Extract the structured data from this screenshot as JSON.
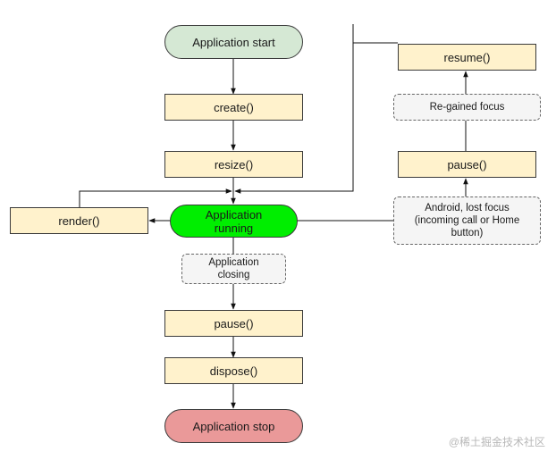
{
  "nodes": {
    "start": {
      "label": "Application start",
      "color": "#d5e8d4"
    },
    "create": {
      "label": "create()"
    },
    "resize": {
      "label": "resize()"
    },
    "render": {
      "label": "render()"
    },
    "running": {
      "label": "Application\nrunning",
      "color": "#00ee00"
    },
    "closing": {
      "label": "Application\nclosing"
    },
    "pause_main": {
      "label": "pause()"
    },
    "dispose": {
      "label": "dispose()"
    },
    "stop": {
      "label": "Application stop",
      "color": "#ea9999"
    },
    "resume": {
      "label": "resume()"
    },
    "regained": {
      "label": "Re-gained focus"
    },
    "pause_side": {
      "label": "pause()"
    },
    "lost_focus": {
      "label": "Android, lost focus\n(incoming call or Home\nbutton)"
    }
  },
  "watermark": "@稀土掘金技术社区",
  "colors": {
    "process_fill": "#fff2cc",
    "note_fill": "#f5f5f5",
    "line": "#111111"
  }
}
